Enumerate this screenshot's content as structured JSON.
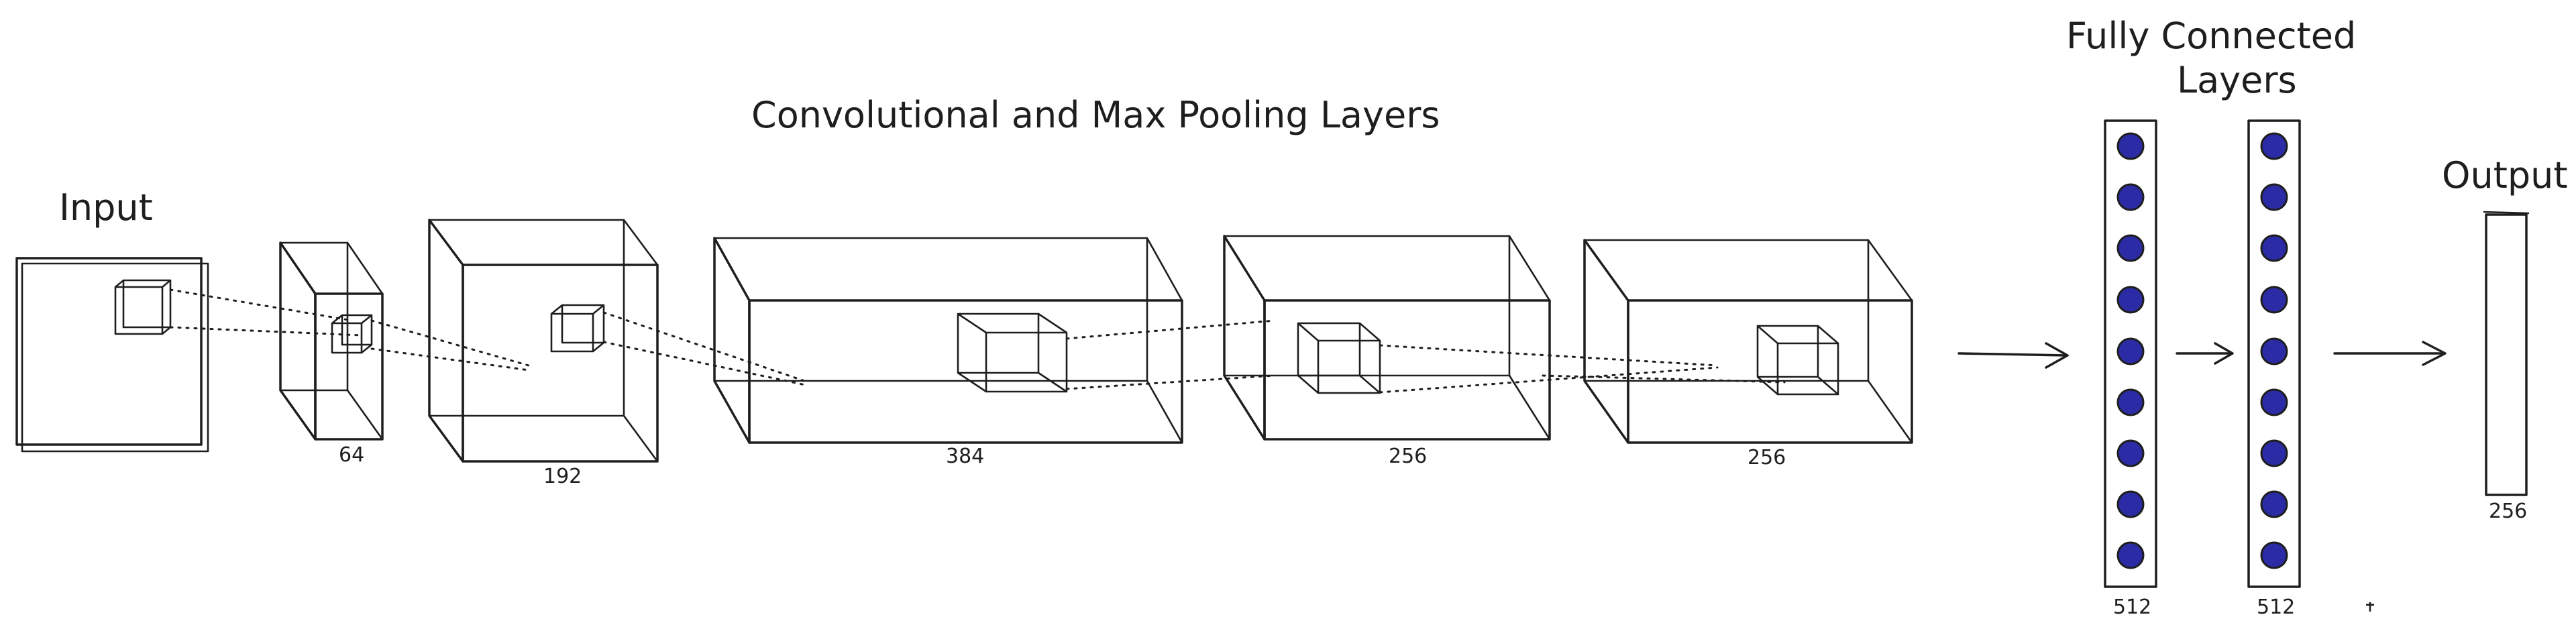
{
  "titles": {
    "conv": "Convolutional and Max Pooling Layers",
    "fc_line1": "Fully Connected",
    "fc_line2": "Layers",
    "input": "Input",
    "output": "Output"
  },
  "layers": {
    "conv1": "64",
    "conv2": "192",
    "conv3": "384",
    "conv4": "256",
    "conv5": "256",
    "fc1": "512",
    "fc2": "512",
    "output": "256"
  },
  "colors": {
    "volume_fill": "#dbeaf6",
    "neuron_fill": "#2b2ba6",
    "output_fill": "#ffff00",
    "stroke": "#1e1e1e"
  }
}
